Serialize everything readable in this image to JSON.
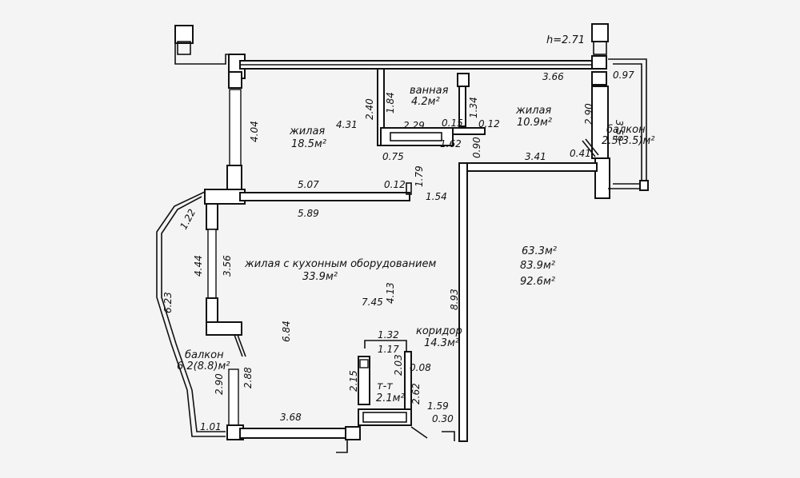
{
  "height_note": "h=2.71",
  "rooms": {
    "bathroom": {
      "name": "ванная",
      "area": "4.2м²"
    },
    "bedroom_left": {
      "name": "жилая",
      "area": "18.5м²"
    },
    "bedroom_right": {
      "name": "жилая",
      "area": "10.9м²"
    },
    "balcony_right": {
      "name": "балкон",
      "area": "2.5(3.5)м²"
    },
    "living_kitchen": {
      "name": "жилая с кухонным оборудованием",
      "area": "33.9м²"
    },
    "balcony_left": {
      "name": "балкон",
      "area": "6.2(8.8)м²"
    },
    "corridor": {
      "name": "коридор",
      "area": "14.3м²"
    },
    "wc": {
      "name": "т-т",
      "area": "2.1м²"
    }
  },
  "totals": {
    "living": "63.3м²",
    "total": "83.9м²",
    "with_balconies": "92.6м²"
  },
  "dimensions": {
    "d366": "3.66",
    "d097": "0.97",
    "d359": "3.59",
    "d404": "4.04",
    "d431": "4.31",
    "d240": "2.40",
    "d184": "1.84",
    "d229": "2.29",
    "d015": "0.15",
    "d012a": "0.12",
    "d134": "1.34",
    "d290a": "2.90",
    "d075": "0.75",
    "d162": "1.62",
    "d090": "0.90",
    "d341": "3.41",
    "d041": "0.41",
    "d507": "5.07",
    "d012b": "0.12",
    "d179": "1.79",
    "d154": "1.54",
    "d589": "5.89",
    "d122": "1.22",
    "d444": "4.44",
    "d356": "3.56",
    "d745": "7.45",
    "d413": "4.13",
    "d893": "8.93",
    "d623": "6.23",
    "d684": "6.84",
    "d132": "1.32",
    "d117": "1.17",
    "d203": "2.03",
    "d008": "0.08",
    "d290b": "2.90",
    "d288": "2.88",
    "d215": "2.15",
    "d262": "2.62",
    "d159": "1.59",
    "d030": "0.30",
    "d101": "1.01",
    "d368": "3.68"
  }
}
